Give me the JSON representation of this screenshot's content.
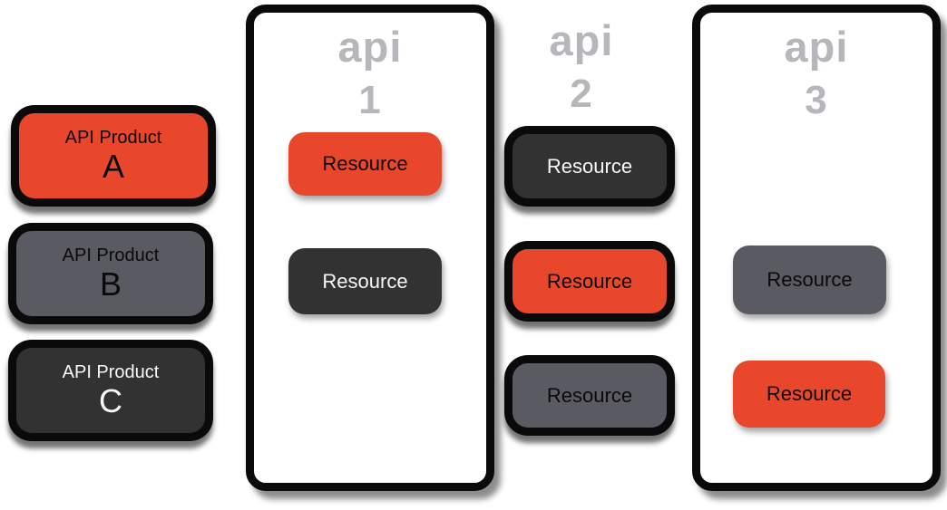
{
  "diagram": {
    "description": "API products bundling resources from multiple APIs",
    "colors": {
      "orange": "#e8472b",
      "gray": "#5a5a62",
      "charcoal": "#323232",
      "title_gray": "#b6b6bb",
      "border_black": "#0a0a0a",
      "background": "#ffffff"
    },
    "products": [
      {
        "line1": "API Product",
        "line2": "A",
        "variant": "orange"
      },
      {
        "line1": "API Product",
        "line2": "B",
        "variant": "gray"
      },
      {
        "line1": "API Product",
        "line2": "C",
        "variant": "charcoal"
      }
    ],
    "apis": [
      {
        "title": "api",
        "number": "1",
        "has_container": true,
        "resources": [
          {
            "label": "Resource",
            "variant": "orange"
          },
          {
            "label": "Resource",
            "variant": "charcoal"
          }
        ]
      },
      {
        "title": "api",
        "number": "2",
        "has_container": false,
        "resources": [
          {
            "label": "Resource",
            "variant": "charcoal"
          },
          {
            "label": "Resource",
            "variant": "orange"
          },
          {
            "label": "Resource",
            "variant": "gray"
          }
        ]
      },
      {
        "title": "api",
        "number": "3",
        "has_container": true,
        "resources": [
          {
            "label": "Resource",
            "variant": "gray"
          },
          {
            "label": "Resource",
            "variant": "orange"
          }
        ]
      }
    ]
  }
}
